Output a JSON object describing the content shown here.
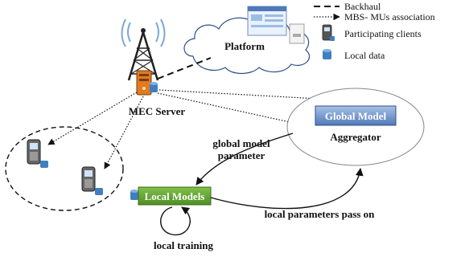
{
  "legend": {
    "backhaul": "Backhaul",
    "association": "MBS- MUs association",
    "clients": "Participating clients",
    "local_data": "Local data"
  },
  "nodes": {
    "platform": "Platform",
    "mec_server": "MEC Server",
    "global_model": "Global Model",
    "aggregator": "Aggregator",
    "local_models": "Local Models"
  },
  "edges": {
    "global_param_line1": "global model",
    "global_param_line2": "parameter",
    "local_pass_on": "local parameters pass on",
    "local_training": "local training"
  },
  "colors": {
    "local_models_box": "#6aa537",
    "global_model_box": "#4f79b8",
    "server": "#e07b22",
    "local_data": "#3f7fc0",
    "cloud_stroke": "#2f4f8f",
    "tower_signal": "#7aa7d8"
  },
  "icons": [
    "tower-icon",
    "cloud-icon",
    "server-icon",
    "phone-icon",
    "database-icon",
    "window-icon",
    "document-icon"
  ]
}
